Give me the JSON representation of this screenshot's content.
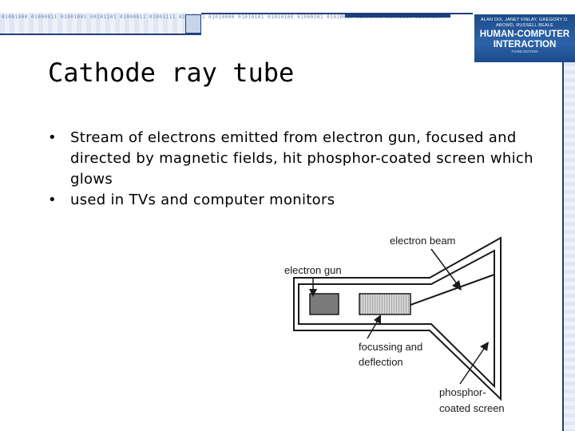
{
  "header": {
    "binary_text": "01001000 01000011 01001001 00101101 01000011 01001111 01001101 01010000 01010101 01010100 01000101 01010010 01001001 01001110 01010100",
    "book": {
      "authors": "ALAN DIX, JANET FINLAY, GREGORY D. ABOWD, RUSSELL BEALE",
      "title_line1": "HUMAN-COMPUTER",
      "title_line2": "INTERACTION",
      "edition": "THIRD EDITION"
    }
  },
  "slide": {
    "title": "Cathode ray tube",
    "bullet_symbol": "•",
    "bullets": [
      "Stream of electrons emitted from electron gun, focused and directed by magnetic fields, hit phosphor-coated screen which glows",
      "used in TVs and computer monitors"
    ]
  },
  "diagram": {
    "labels": {
      "electron_beam": "electron beam",
      "electron_gun": "electron gun",
      "focussing_line1": "focussing and",
      "focussing_line2": "deflection",
      "phosphor_line1": "phosphor-",
      "phosphor_line2": "coated screen"
    },
    "colors": {
      "gun": "#7a7a7a",
      "deflection": "#c8c8c8",
      "outline": "#1a1a1a",
      "header_blue": "#1f3e7a"
    }
  }
}
